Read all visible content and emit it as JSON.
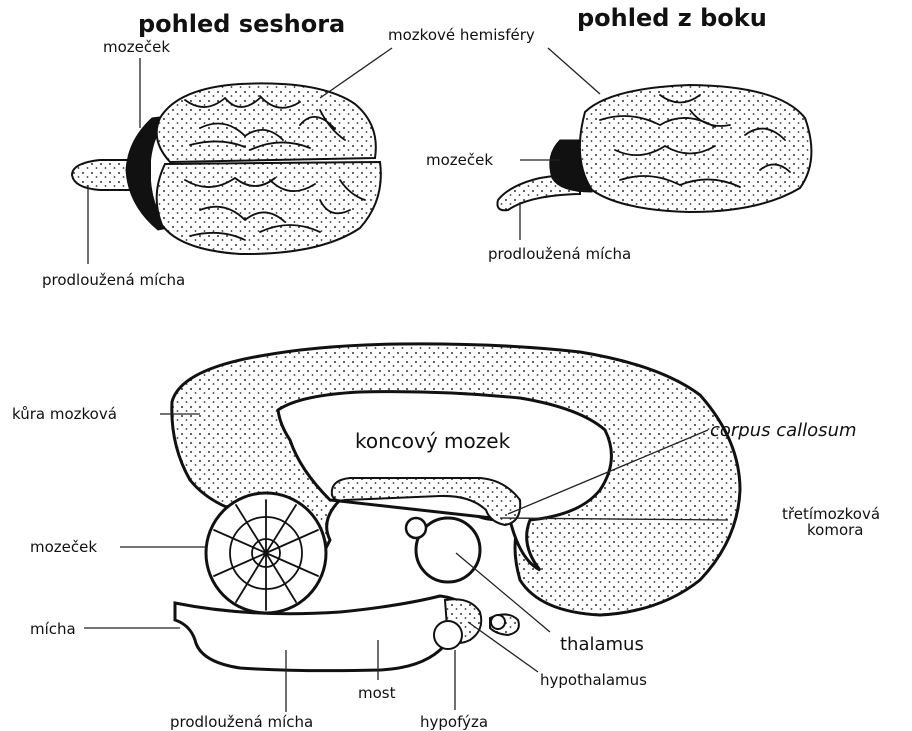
{
  "titles": {
    "top_view": "pohled seshora",
    "side_view": "pohled z boku"
  },
  "top_view": {
    "cerebellum": "mozeček",
    "hemispheres": "mozkové hemisféry",
    "medulla": "prodloužená mícha"
  },
  "side_view": {
    "cerebellum": "mozeček",
    "medulla": "prodloužená mícha"
  },
  "section": {
    "cortex": "kůra mozková",
    "telencephalon": "koncový mozek",
    "corpus_callosum": "corpus callosum",
    "third_ventricle_line1": "třetímozková",
    "third_ventricle_line2": "komora",
    "cerebellum": "mozeček",
    "spinal_cord": "mícha",
    "thalamus": "thalamus",
    "hypothalamus": "hypothalamus",
    "pons": "most",
    "medulla": "prodloužená mícha",
    "pituitary": "hypofýza"
  }
}
